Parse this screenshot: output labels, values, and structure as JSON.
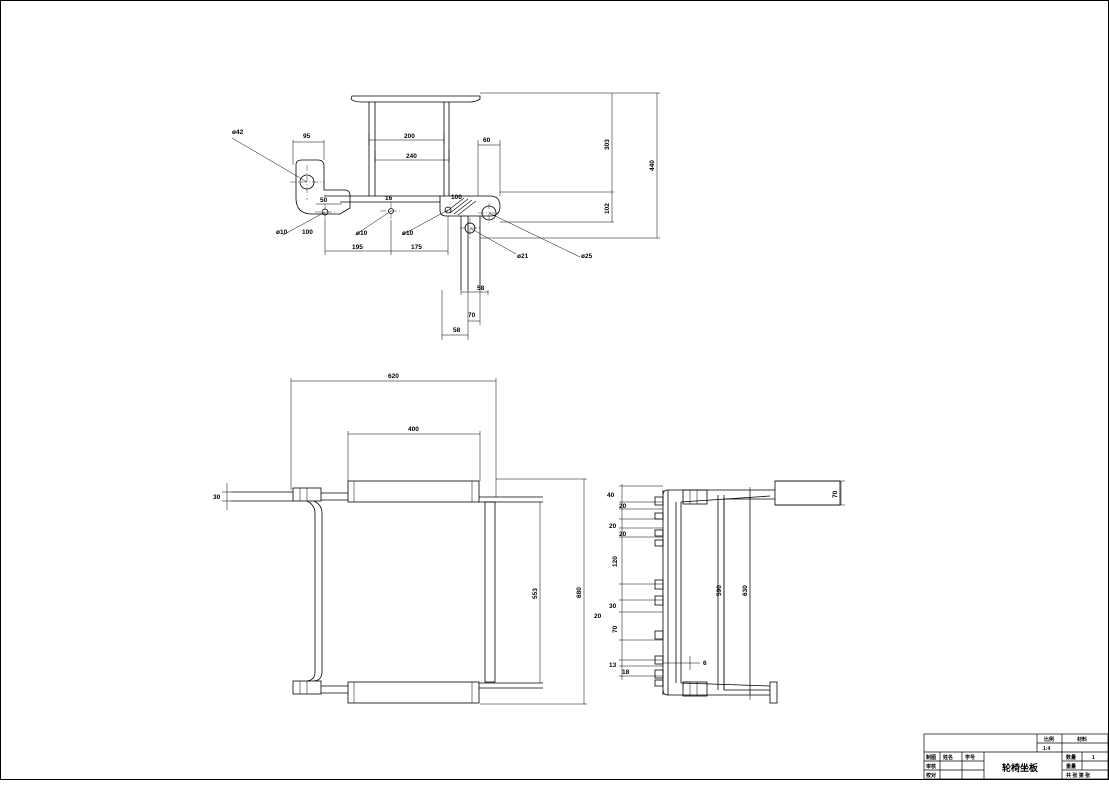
{
  "drawing": {
    "top_view": {
      "dims": {
        "d42": "ø42",
        "w95": "95",
        "w200": "200",
        "w240": "240",
        "w60": "60",
        "w50": "50",
        "w16": "16",
        "w100b": "100",
        "w100": "100",
        "d10a": "ø10",
        "d10b": "ø10",
        "d10c": "ø10",
        "w195": "195",
        "w175": "175",
        "d21": "ø21",
        "d25": "ø25",
        "h303": "303",
        "h102": "102",
        "h440": "440",
        "w58a": "58",
        "w70": "70",
        "w58b": "58"
      }
    },
    "front_view": {
      "dims": {
        "w620": "620",
        "w400": "400",
        "h30": "30",
        "h553": "553",
        "h680": "680"
      }
    },
    "side_view": {
      "dims": {
        "h40": "40",
        "h20a": "20",
        "h20b": "20",
        "h20c": "20",
        "h120": "120",
        "h30": "30",
        "h20d": "20",
        "h70": "70",
        "h13": "13",
        "h18": "18",
        "h6": "6",
        "h590": "590",
        "h630": "630",
        "h70r": "70"
      }
    }
  },
  "title_block": {
    "part_name": "轮椅坐板",
    "scale_label": "比例",
    "scale_value": "1:4",
    "material_label": "材料",
    "qty_label": "数量",
    "qty_value": "1",
    "weight_label": "重量",
    "designer_label": "制图",
    "name_label": "姓名",
    "student_id_label": "学号",
    "review_label": "审核",
    "check_label": "校对",
    "sheet_info": "共 张 第 张"
  }
}
